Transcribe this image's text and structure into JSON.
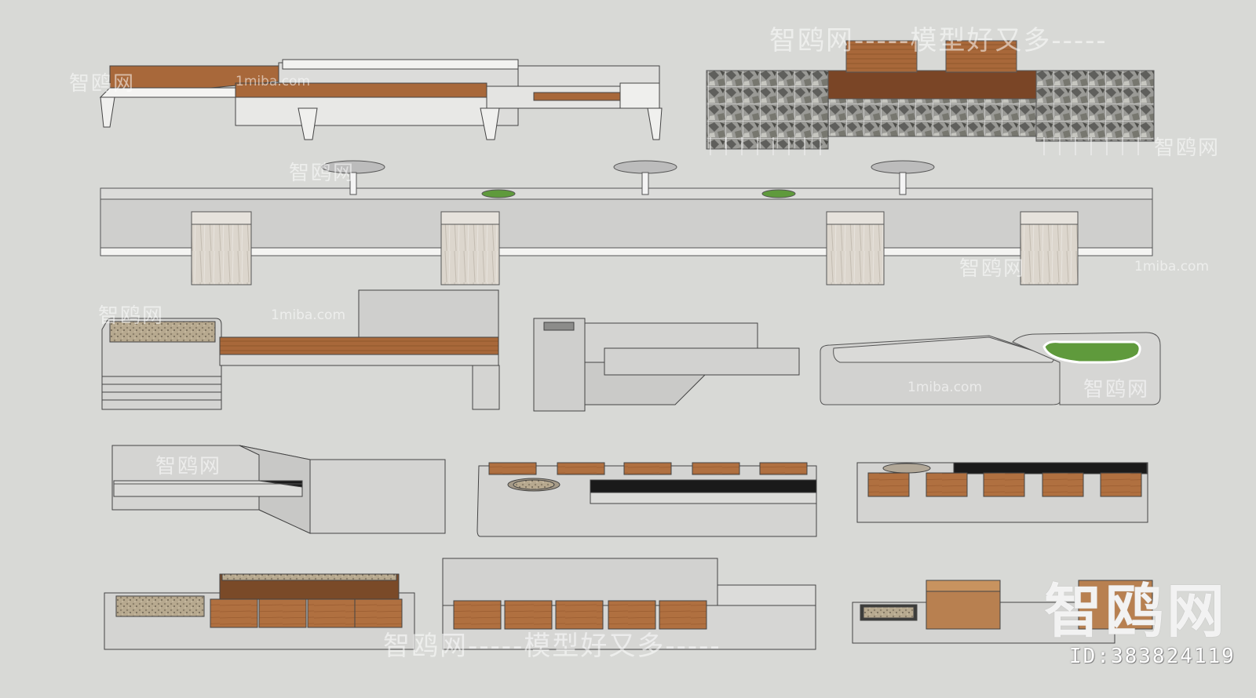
{
  "scene": {
    "background": "#d8d9d6",
    "concrete": "#d6d6d4",
    "concrete_dark": "#c4c4c2",
    "wood": "#a8683a",
    "wood_dark": "#7a4a28",
    "stone_wood": "#d9d4cc",
    "grass": "#5f9a3c",
    "steel": "#1a1a1a"
  },
  "watermarks": {
    "site_slogan": "智鸥网-----模型好又多-----",
    "site_name": "智鸥网",
    "site_domain": "1miba.com",
    "logo": "智鸥网",
    "model_id": "ID:383824119"
  },
  "bench_models": [
    {
      "name": "wood-plank-cantilever-bench"
    },
    {
      "name": "gabion-wall-bench"
    },
    {
      "name": "long-concrete-table-bench"
    },
    {
      "name": "planter-slatted-bench"
    },
    {
      "name": "stepped-concrete-bench"
    },
    {
      "name": "curved-planter-bench"
    },
    {
      "name": "angled-backrest-bench"
    },
    {
      "name": "round-planter-wood-seat-bench"
    },
    {
      "name": "black-top-wood-seat-bench"
    },
    {
      "name": "gravel-planter-wood-block-bench"
    },
    {
      "name": "backrest-wood-block-bench"
    },
    {
      "name": "wood-cube-planter-bench"
    }
  ]
}
